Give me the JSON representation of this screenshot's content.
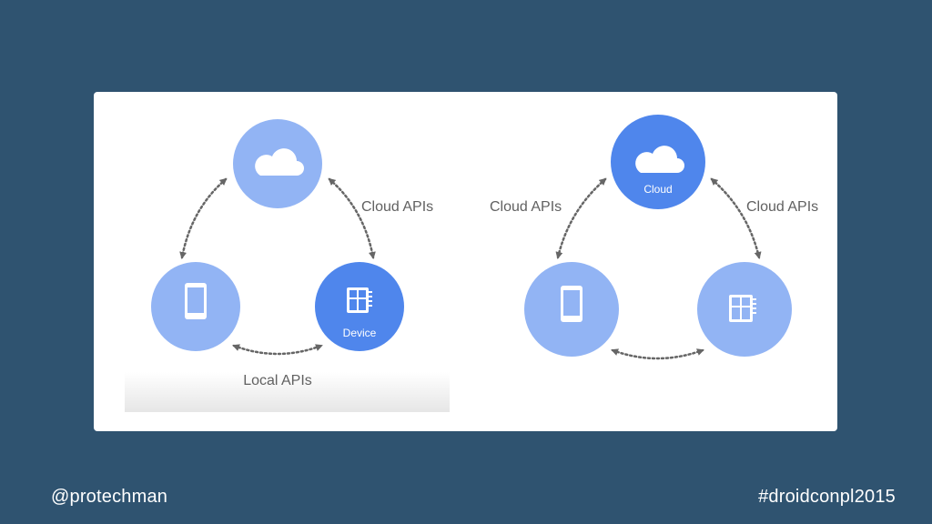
{
  "left_diagram": {
    "cloud_apis_label": "Cloud APIs",
    "local_apis_label": "Local APIs",
    "device_label": "Device"
  },
  "right_diagram": {
    "cloud_label": "Cloud",
    "cloud_apis_left_label": "Cloud APIs",
    "cloud_apis_right_label": "Cloud APIs"
  },
  "colors": {
    "background": "#2f5370",
    "light_node": "#92b4f4",
    "dark_node": "#4f86ec",
    "connector": "#666666",
    "label": "#616161"
  },
  "footer": {
    "handle": "@protechman",
    "hashtag": "#droidconpl2015"
  }
}
